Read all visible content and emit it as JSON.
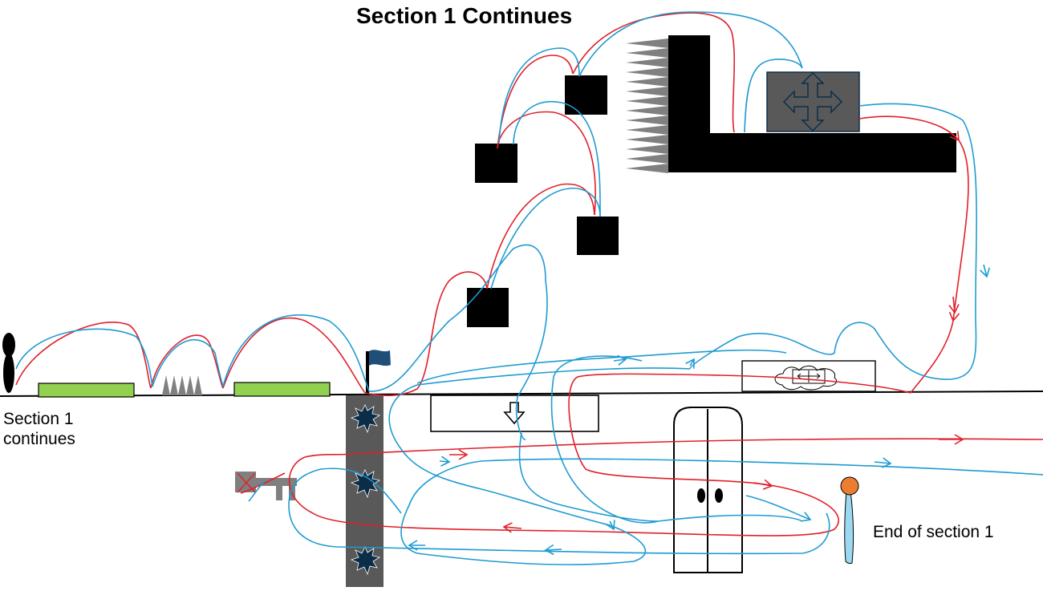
{
  "title": "Section 1 Continues",
  "labels": {
    "left": "Section 1\ncontinues",
    "right": "End of section 1"
  },
  "colors": {
    "path_red": "#e0202a",
    "path_blue": "#1f9bd1",
    "platform_green": "#92d050",
    "block_black": "#000000",
    "hazard_grey": "#595959",
    "spike_grey": "#808080",
    "flag_blue": "#1f4e79",
    "lever_orange": "#ed7d31",
    "lever_blue": "#9dd8f2"
  },
  "icons": [
    "player-icon",
    "checkpoint-flag-icon",
    "spike-icon",
    "move-arrows-icon",
    "down-arrow-icon",
    "cloud-icon",
    "door-icon",
    "lever-icon",
    "explosion-icon",
    "broken-key-icon"
  ]
}
